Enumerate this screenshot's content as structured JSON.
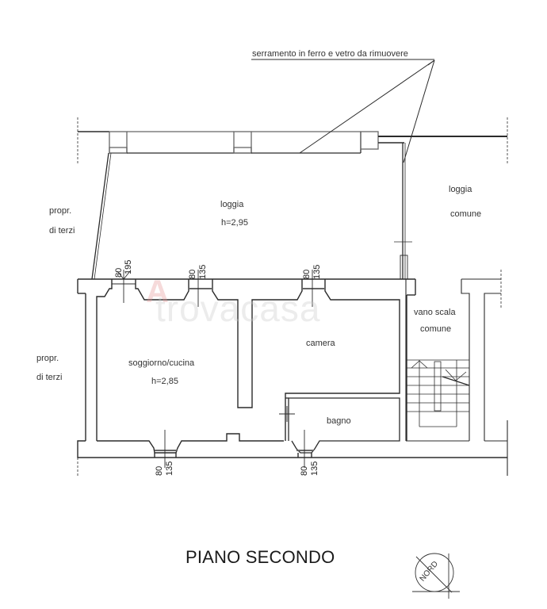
{
  "plan": {
    "title": "PIANO SECONDO",
    "north_label": "NORD",
    "annotation": "serramento in ferro e vetro da rimuovere",
    "watermark": "trovacasa",
    "watermark_logo": "A",
    "rooms": {
      "loggia": {
        "name": "loggia",
        "height": "h=2,95"
      },
      "loggia_comune": {
        "line1": "loggia",
        "line2": "comune"
      },
      "propr_terzi_top": {
        "line1": "propr.",
        "line2": "di terzi"
      },
      "propr_terzi_left": {
        "line1": "propr.",
        "line2": "di terzi"
      },
      "soggiorno": {
        "name": "soggiorno/cucina",
        "height": "h=2,85"
      },
      "camera": {
        "name": "camera"
      },
      "bagno": {
        "name": "bagno"
      },
      "vano_scala": {
        "line1": "vano scala",
        "line2": "comune"
      }
    },
    "windows": [
      {
        "id": "w1",
        "width": "80",
        "height": "195"
      },
      {
        "id": "w2",
        "width": "80",
        "height": "135"
      },
      {
        "id": "w3",
        "width": "80",
        "height": "135"
      },
      {
        "id": "w4",
        "width": "80",
        "height": "135"
      },
      {
        "id": "w5",
        "width": "80",
        "height": "135"
      }
    ],
    "colors": {
      "line": "#2b2b2b",
      "light_line": "#8a8a8a",
      "background": "#ffffff"
    }
  }
}
